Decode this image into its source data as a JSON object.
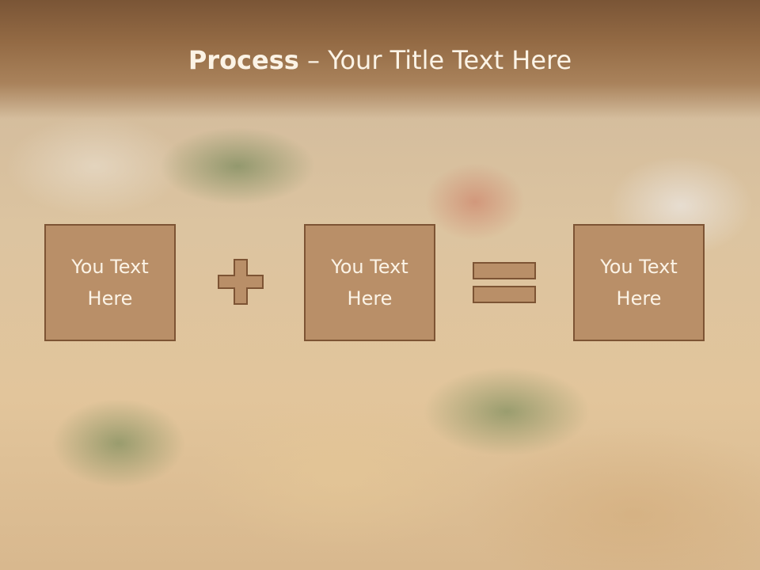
{
  "slide": {
    "title_bold": "Process",
    "title_rest": " – Your Title Text Here"
  },
  "boxes": [
    {
      "text": "You Text\nHere"
    },
    {
      "text": "You Text\nHere"
    },
    {
      "text": "You Text\nHere"
    }
  ],
  "operators": {
    "first": "plus-icon",
    "second": "equals-icon"
  },
  "colors": {
    "box_fill": "#b98f68",
    "box_border": "#7d5434",
    "header": "#936a44",
    "text": "#fbf3e6"
  }
}
